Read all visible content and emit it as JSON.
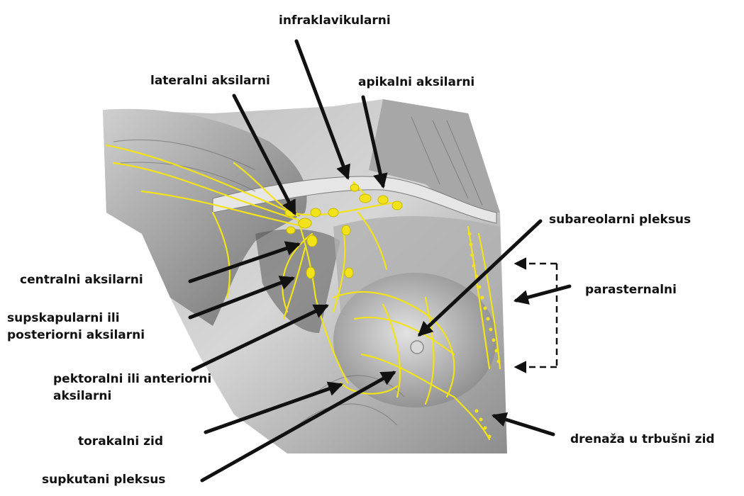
{
  "labels": {
    "infraklavikularni": "infraklavikularni",
    "lateralni_aksilarni": "lateralni aksilarni",
    "apikalni_aksilarni": "apikalni aksilarni",
    "subareolarni_pleksus": "subareolarni pleksus",
    "centralni_aksilarni": "centralni aksilarni",
    "parasternalni": "parasternalni",
    "supskapularni_line1": "supskapularni ili",
    "supskapularni_line2": "posteriorni aksilarni",
    "pektoralni_line1": "pektoralni ili anteriorni",
    "pektoralni_line2": "aksilarni",
    "torakalni_zid": "torakalni zid",
    "drenaza": "drenaža u trbušni zid",
    "supkutani_pleksus": "supkutani pleksus"
  },
  "colors": {
    "lymph": "#f2e21a",
    "arrow": "#111111",
    "tissue_dark": "#8a8a8a",
    "tissue_light": "#d9d9d9"
  }
}
